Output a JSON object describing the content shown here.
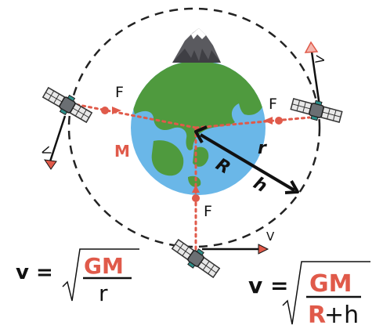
{
  "labels": {
    "force": "F",
    "velocity": "V",
    "mass": "M",
    "radius_small": "r",
    "radius_big": "R",
    "height": "h"
  },
  "formula_circular": {
    "lhs": "v =",
    "numerator": "GM",
    "denominator": "r"
  },
  "formula_height": {
    "lhs": "v =",
    "numerator": "GM",
    "denominator_R": "R",
    "denominator_rest": "+h"
  },
  "colors": {
    "accent": "#e05a4a",
    "ocean": "#6ab7e8",
    "land": "#4f9a3e",
    "orbit": "#222222",
    "text": "#111111"
  },
  "icons": [
    "planet-earth",
    "mountain",
    "satellite",
    "force-arrow",
    "velocity-arrow"
  ]
}
